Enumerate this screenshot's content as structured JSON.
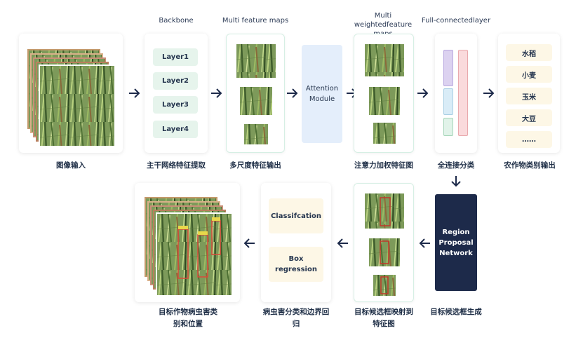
{
  "top_labels": {
    "backbone": "Backbone",
    "multi_feature_maps": "Multi feature maps",
    "multi_weighted_feature_maps": "Multi weightedfeature maps",
    "fc_layer": "Full-connectedlayer"
  },
  "backbone": {
    "layers": [
      "Layer1",
      "Layer2",
      "Layer3",
      "Layer4"
    ]
  },
  "attention_module": "Attention Module",
  "crop_outputs": [
    "水稻",
    "小麦",
    "玉米",
    "大豆",
    "……"
  ],
  "rpn": "Region Proposal Network",
  "heads": {
    "classification": "Classifcation",
    "box_regression": "Box regression"
  },
  "captions": {
    "image_input": "图像输入",
    "backbone_extract": "主干网络特征提取",
    "multiscale_output": "多尺度特征输出",
    "attention_weighted": "注意力加权特征图",
    "fc_classify": "全连接分类",
    "crop_class_output": "农作物类别输出",
    "rpn_generate": "目标候选框生成",
    "roi_map": "目标候选框映射到特征图",
    "classify_and_regress": "病虫害分类和边界回归",
    "final_output": "目标作物病虫害类别和位置"
  },
  "colors": {
    "navy": "#1d2a4a",
    "attention_fill": "#e4eefb",
    "layer_fill": "#e6f4ec",
    "crop_fill": "#fdf7e6",
    "fc_purple": "#dcd2f0",
    "fc_blue": "#d9ecf7",
    "fc_green": "#e1f3e9",
    "fc_pink": "#fadadc"
  }
}
